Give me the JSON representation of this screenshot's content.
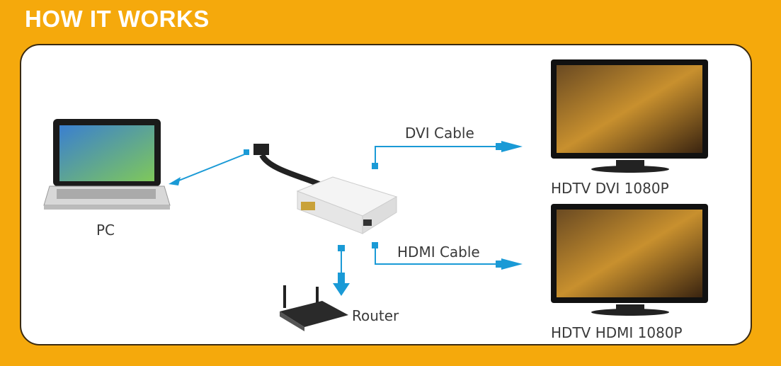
{
  "title": "HOW IT WORKS",
  "labels": {
    "pc": "PC",
    "dvi_cable": "DVI Cable",
    "hdmi_cable": "HDMI Cable",
    "router": "Router",
    "hdtv_dvi": "HDTV DVI 1080P",
    "hdtv_hdmi": "HDTV HDMI 1080P"
  },
  "colors": {
    "background": "#f5a90c",
    "connector": "#1a9ad6"
  }
}
